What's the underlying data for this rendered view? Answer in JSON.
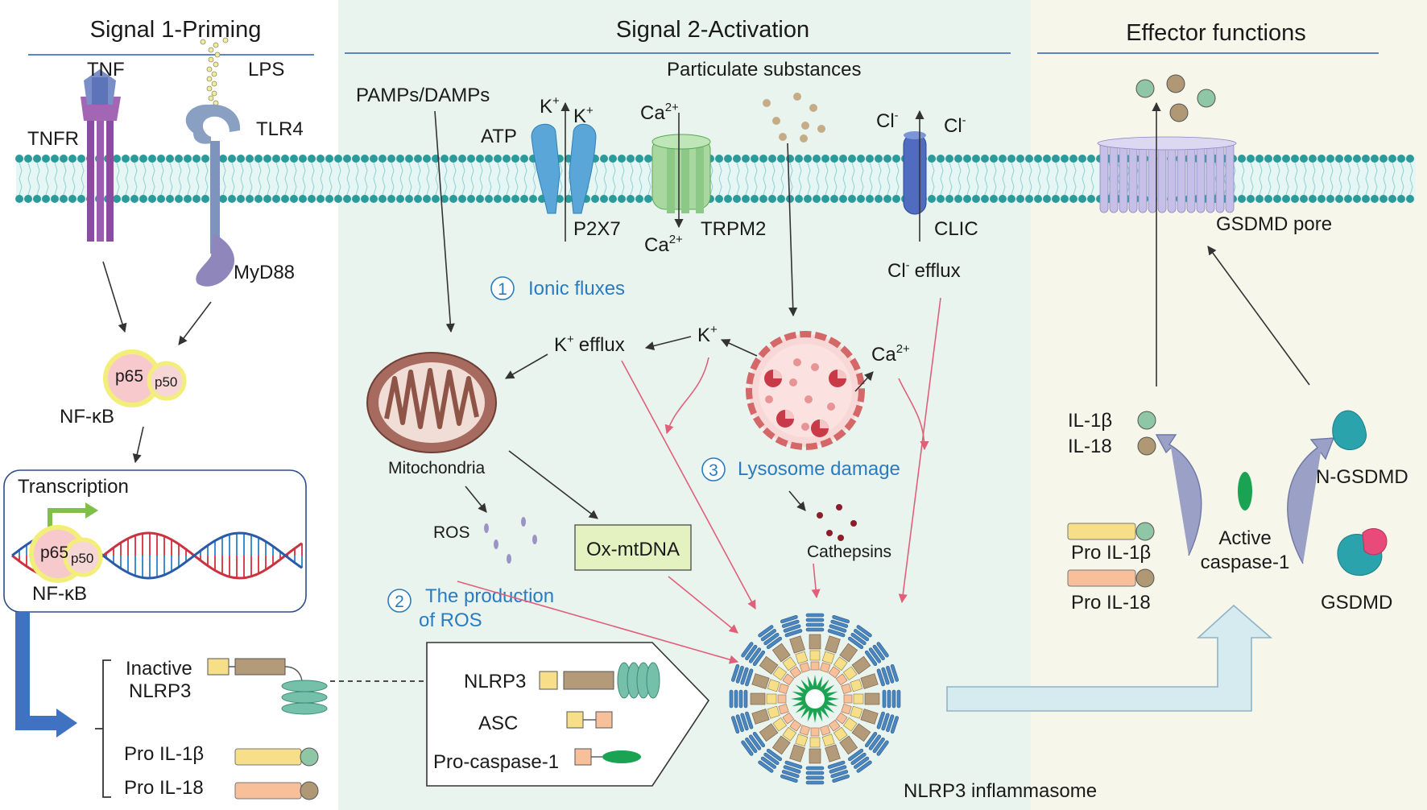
{
  "sections": {
    "priming": "Signal 1-Priming",
    "activation": "Signal 2-Activation",
    "effector": "Effector functions"
  },
  "priming": {
    "tnf": "TNF",
    "tnfr": "TNFR",
    "lps": "LPS",
    "tlr4": "TLR4",
    "myd88": "MyD88",
    "p65": "p65",
    "p50": "p50",
    "nfkb": "NF-κB",
    "transcription": "Transcription",
    "inactive_nlrp3": [
      "Inactive",
      "NLRP3"
    ],
    "pro_il1b": "Pro IL-1β",
    "pro_il18": "Pro IL-18"
  },
  "activation": {
    "pamps": "PAMPs/DAMPs",
    "particulate": "Particulate substances",
    "atp": "ATP",
    "k": "K",
    "plus": "+",
    "ca": "Ca",
    "ca_sup": "2+",
    "cl": "Cl",
    "minus": "-",
    "p2x7": "P2X7",
    "trpm2": "TRPM2",
    "clic": "CLIC",
    "cl_efflux": "efflux",
    "step1_num": "1",
    "step1": "Ionic fluxes",
    "step2_num": "2",
    "step2": [
      "The production",
      "of ROS"
    ],
    "step3_num": "3",
    "step3": "Lysosome damage",
    "k_efflux": "efflux",
    "mitochondria": "Mitochondria",
    "ros": "ROS",
    "ox_mtdna": "Ox-mtDNA",
    "cathepsins": "Cathepsins",
    "nlrp3": "NLRP3",
    "asc": "ASC",
    "pro_caspase1": "Pro-caspase-1",
    "inflammasome": "NLRP3 inflammasome"
  },
  "effector": {
    "gsdmd_pore": "GSDMD pore",
    "il1b": "IL-1β",
    "il18": "IL-18",
    "pro_il1b": "Pro IL-1β",
    "pro_il18": "Pro IL-18",
    "active_caspase": [
      "Active",
      "caspase-1"
    ],
    "n_gsdmd": "N-GSDMD",
    "gsdmd": "GSDMD"
  },
  "colors": {
    "bg_activation": "#e9f4ef",
    "bg_effector": "#f6f6ea",
    "membrane_head": "#2a9a9a",
    "label_blue": "#2b7bbf",
    "arrow_red": "#e0607a"
  }
}
